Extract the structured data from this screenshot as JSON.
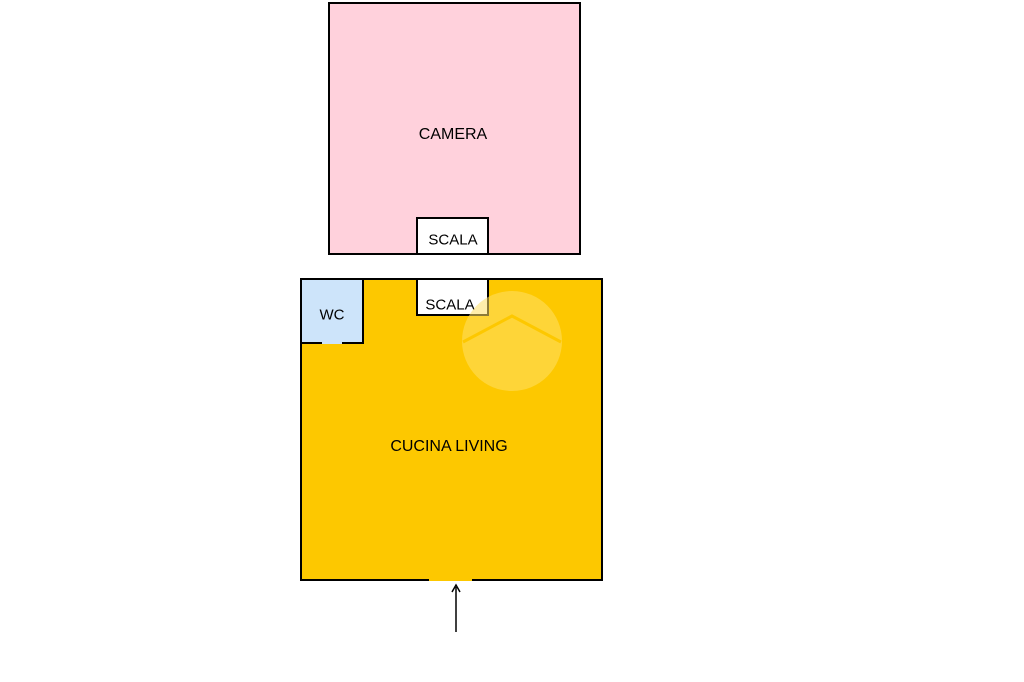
{
  "colors": {
    "camera": "#ffd1dc",
    "living": "#fdc800",
    "wc": "#cde4fa",
    "stair": "#ffffff",
    "wall": "#000000",
    "watermark": "#ffe066"
  },
  "rooms": {
    "camera": {
      "label": "CAMERA"
    },
    "scala_upper": {
      "label": "SCALA"
    },
    "living": {
      "label": "CUCINA LIVING"
    },
    "scala_lower": {
      "label": "SCALA"
    },
    "wc": {
      "label": "WC"
    }
  },
  "icons": {
    "watermark": "house-watermark-icon",
    "entrance": "entrance-arrow-icon"
  }
}
